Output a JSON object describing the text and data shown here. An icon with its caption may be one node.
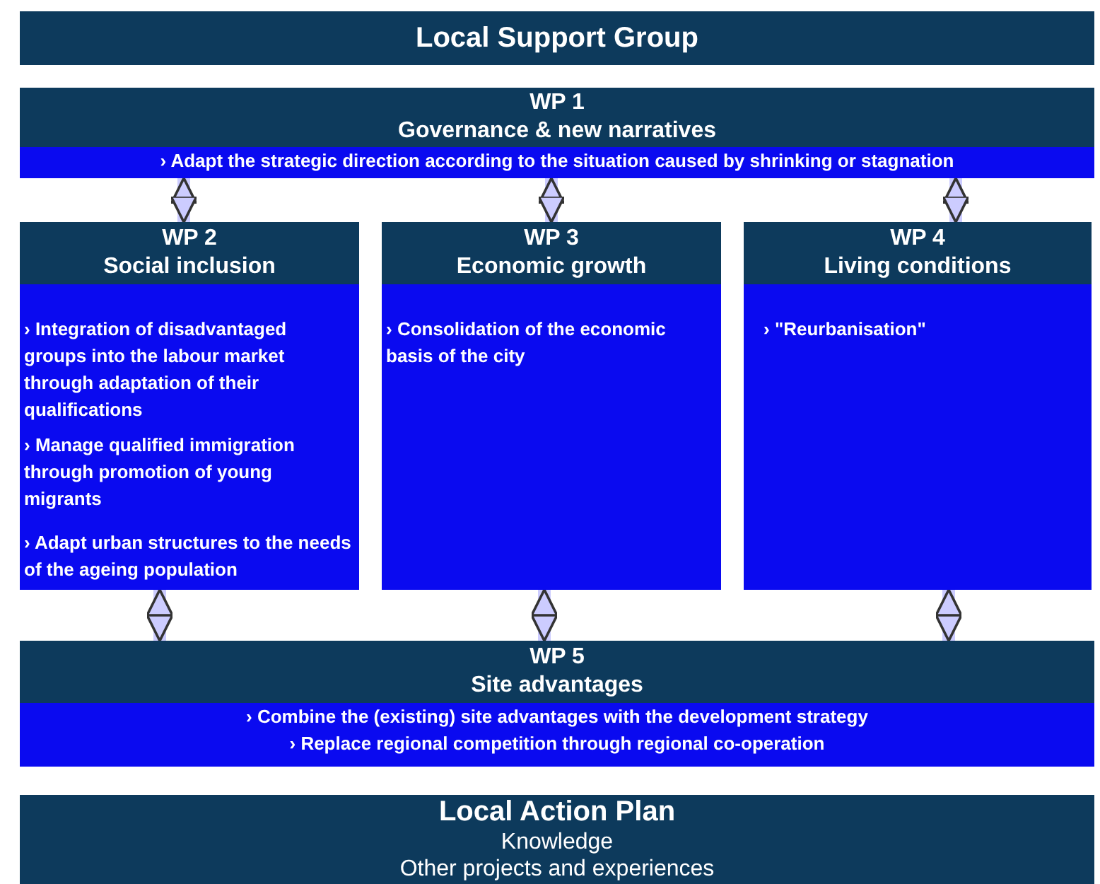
{
  "diagram": {
    "nodes": [
      {
        "text": [
          "Local Support Group"
        ]
      },
      {
        "text": [
          "WP 1",
          "Governance & new narratives",
          "› Adapt the strategic direction according to the situation caused by shrinking or stagnation"
        ]
      },
      {
        "text": [
          "WP 2",
          "Social inclusion",
          "› Integration of disadvantaged groups into the labour market through adaptation of their qualifications",
          "› Manage qualified immigration through promotion of young migrants",
          "› Adapt urban structures to the needs of the ageing population"
        ]
      },
      {
        "text": [
          "WP 3",
          "Economic growth",
          "› Consolidation of the economic basis of the city"
        ]
      },
      {
        "text": [
          "WP 4",
          "Living conditions",
          "› \"Reurbanisation\""
        ]
      },
      {
        "text": [
          "WP 5",
          "Site advantages",
          "› Combine the (existing) site advantages with the development strategy",
          "› Replace regional competition through regional co-operation"
        ]
      },
      {
        "text": [
          "Local Action Plan",
          "Knowledge",
          "Other projects and experiences"
        ]
      }
    ],
    "edges": [
      {
        "from": 1,
        "to": 2,
        "arrow": "both"
      },
      {
        "from": 1,
        "to": 3,
        "arrow": "both"
      },
      {
        "from": 1,
        "to": 4,
        "arrow": "both"
      },
      {
        "from": 2,
        "to": 5,
        "arrow": "both"
      },
      {
        "from": 3,
        "to": 5,
        "arrow": "both"
      },
      {
        "from": 4,
        "to": 5,
        "arrow": "both"
      }
    ]
  }
}
